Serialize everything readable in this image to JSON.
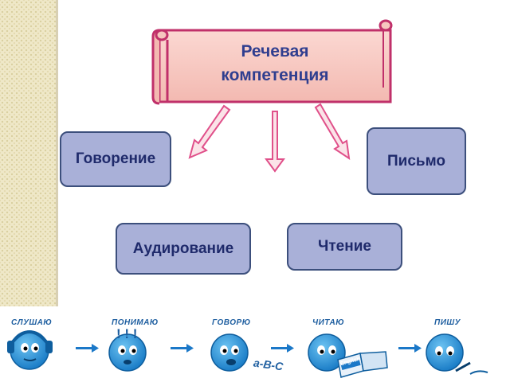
{
  "title": {
    "line1": "Речевая",
    "line2": "компетенция"
  },
  "nodes": [
    {
      "label": "Говорение"
    },
    {
      "label": "Письмо"
    },
    {
      "label": "Аудирование"
    },
    {
      "label": "Чтение"
    }
  ],
  "steps": [
    {
      "label": "СЛУШАЮ"
    },
    {
      "label": "ПОНИМАЮ"
    },
    {
      "label": "ГОВОРЮ"
    },
    {
      "label": "ЧИТАЮ"
    },
    {
      "label": "ПИШУ"
    }
  ],
  "pictogram_text": {
    "exclaim": "! ! !",
    "abc": "a-B-C",
    "book": "English"
  },
  "colors": {
    "scroll_fill": "#f6c6bf",
    "scroll_border": "#c0306a",
    "node_fill": "#a9b0d8",
    "node_border": "#3c4f7c",
    "arrow_color": "#e0508a",
    "face_blue": "#1b8fd6"
  }
}
